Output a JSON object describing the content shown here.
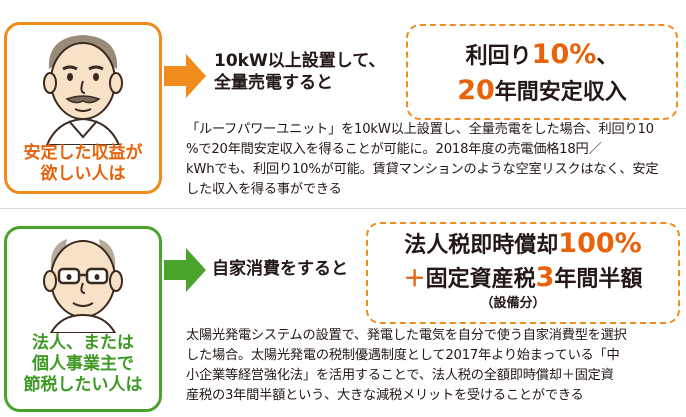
{
  "section1": {
    "persona_label": [
      "安定した収益が",
      "欲しい人は"
    ],
    "lead_text": [
      "10kW以上設置して、",
      "全量売電すると"
    ],
    "benefit": {
      "line1_prefix": "利回り",
      "line1_highlight": "10%",
      "line1_suffix": "、",
      "line2_highlight": "20",
      "line2_suffix": "年間安定収入"
    },
    "body": [
      "「ルーフパワーユニット」を10kW以上設置し、全量売電をした場合、利回り10",
      "%で20年間安定収入を得ることが可能に。2018年度の売電価格18円／",
      "kWhでも、利回り10%が可能。賃貸マンションのような空室リスクはなく、安定",
      "した収入を得る事ができる"
    ]
  },
  "section2": {
    "persona_label": [
      "法人、または",
      "個人事業主で",
      "節税したい人は"
    ],
    "lead_text": "自家消費をすると",
    "benefit": {
      "line1_prefix": "法人税即時償却",
      "line1_highlight": "100%",
      "line2_plus": "＋",
      "line2_prefix": "固定資産税",
      "line2_highlight": "3",
      "line2_suffix": "年間半額",
      "line3": "（設備分）"
    },
    "body": [
      "太陽光発電システムの設置で、発電した電気を自分で使う自家消費型を選択",
      "した場合。太陽光発電の税制優遇制度として2017年より始まっている「中",
      "小企業等経営強化法」を活用することで、法人税の全額即時償却＋固定資",
      "産税の3年間半額という、大きな減税メリットを受けることができる"
    ]
  },
  "colors": {
    "accent_orange": "#e8620a",
    "border_orange": "#f08c1e",
    "accent_green": "#3e9a24",
    "border_green": "#4aa42c"
  },
  "icons": [
    "man-face-illustration",
    "glasses-man-face-illustration",
    "orange-arrow-icon",
    "green-arrow-icon"
  ]
}
